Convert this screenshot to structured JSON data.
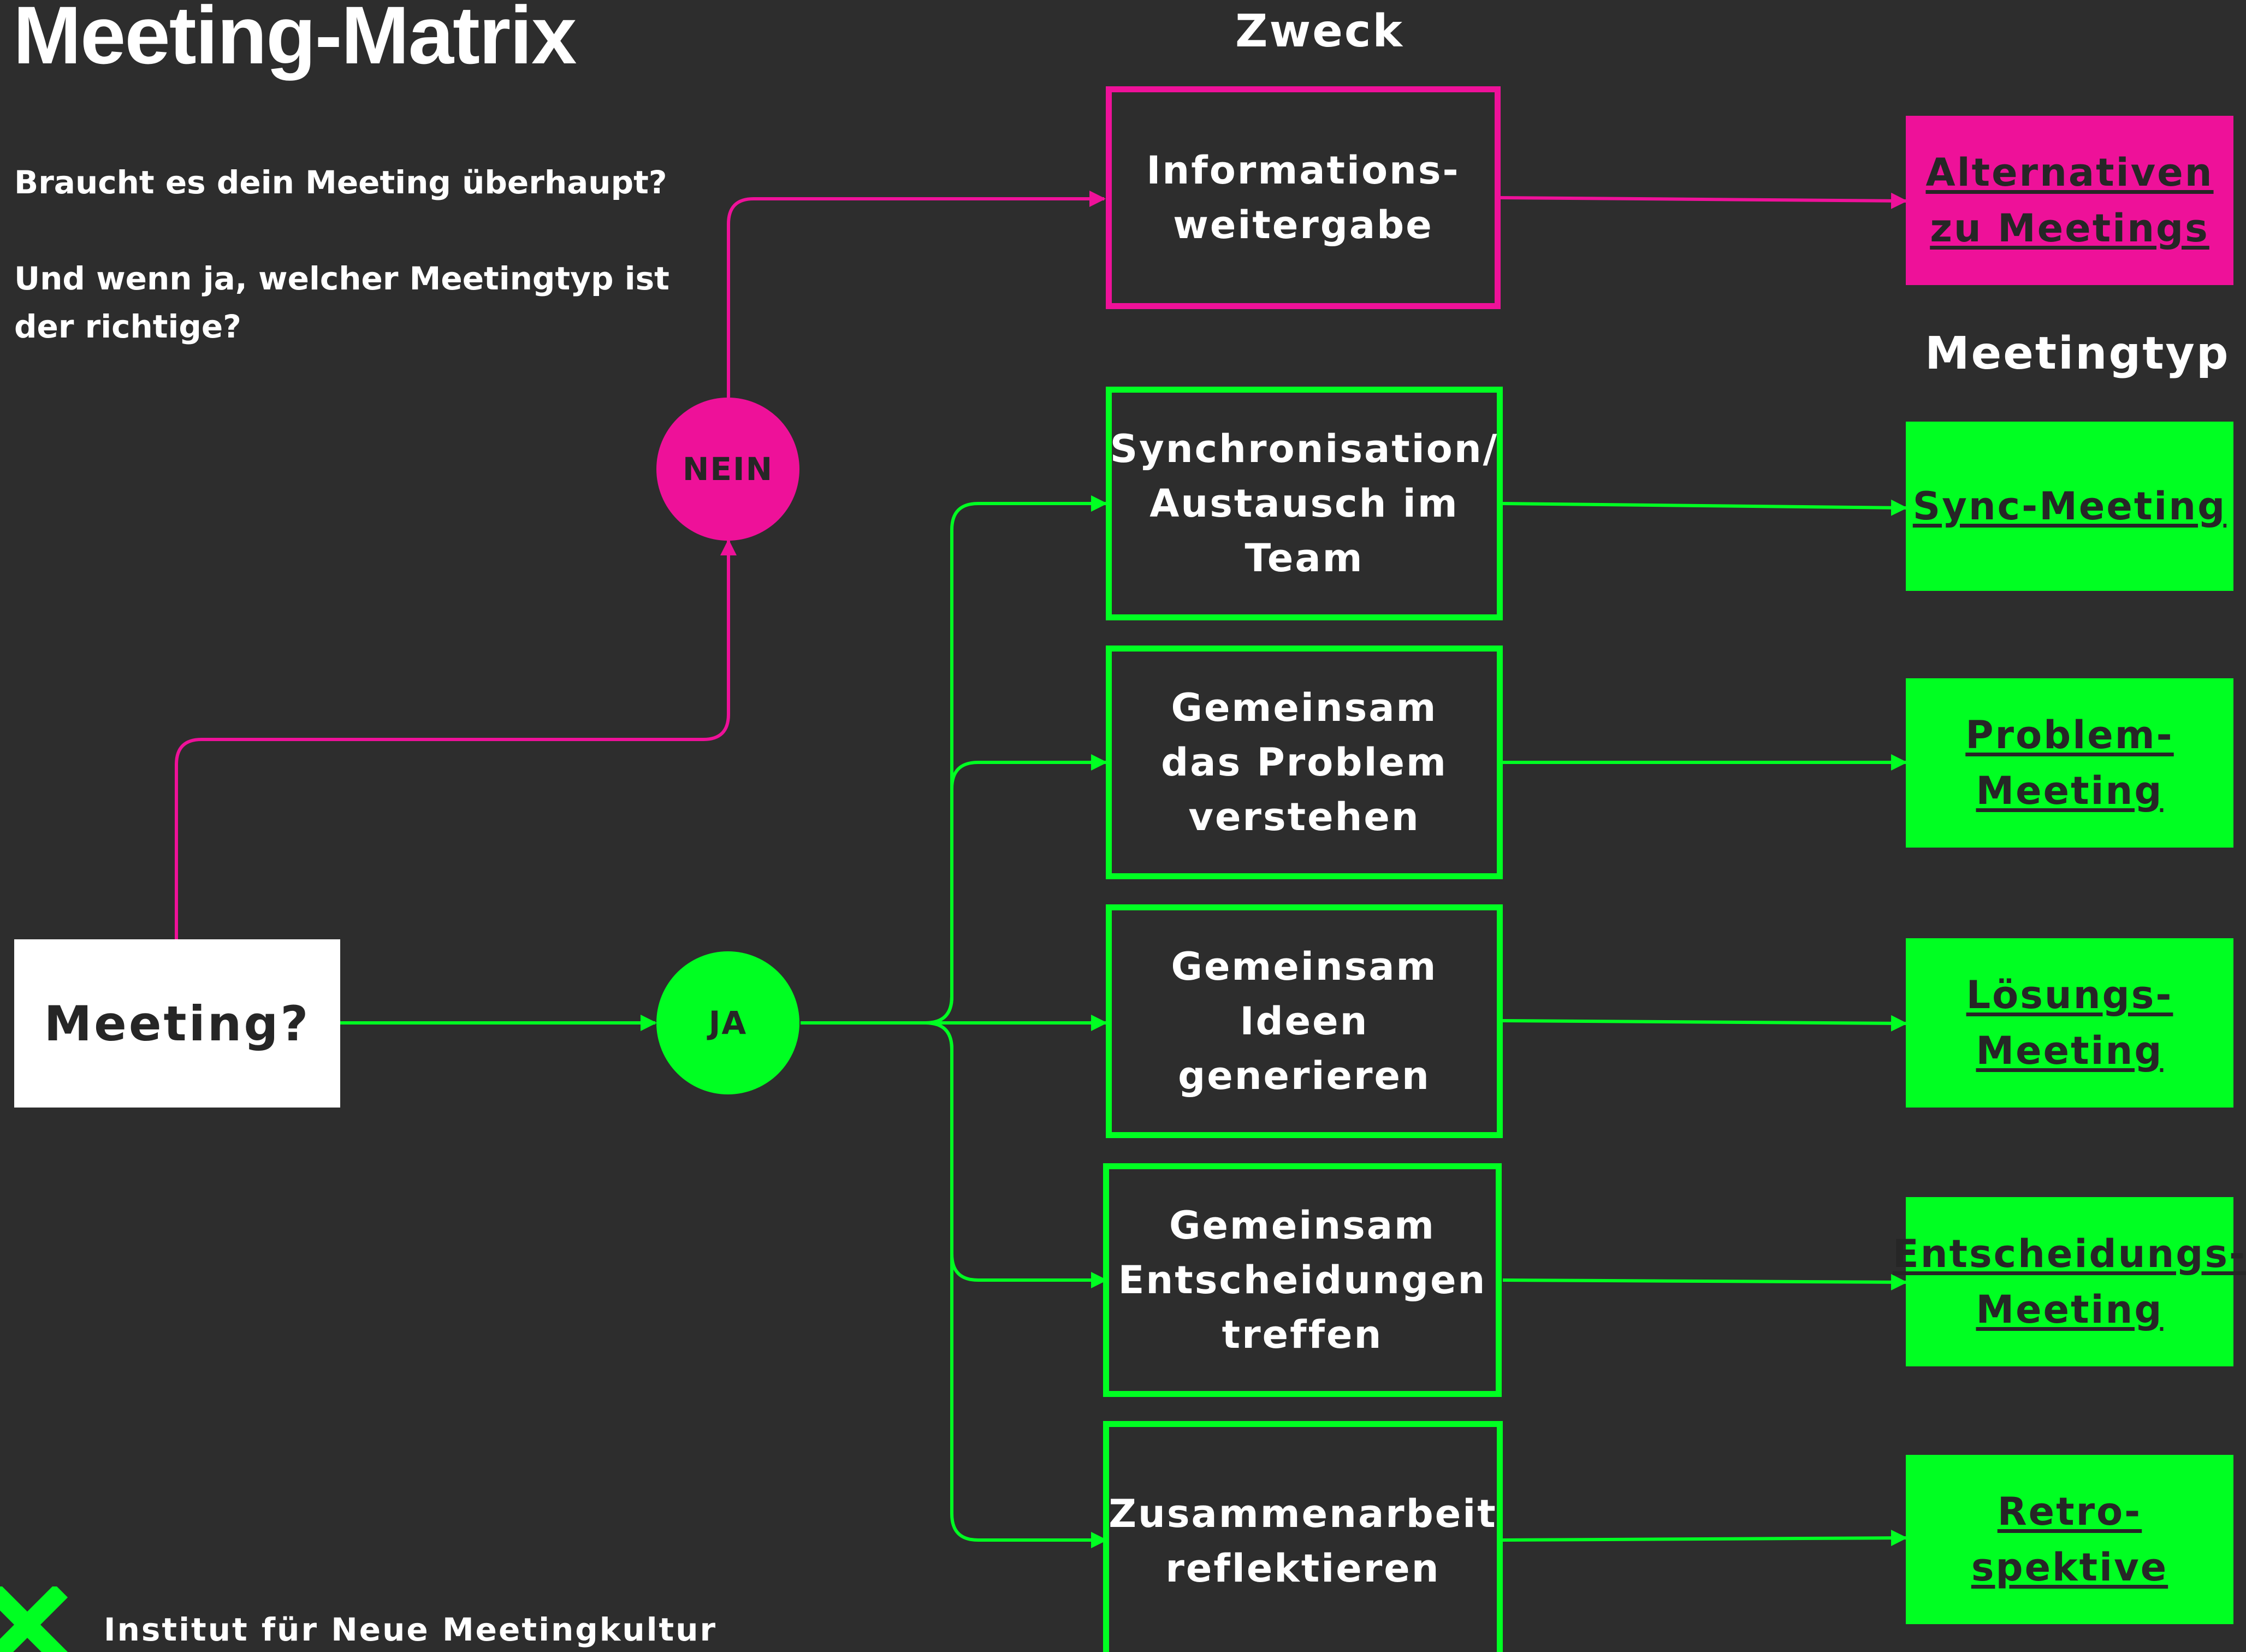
{
  "title": "Meeting-Matrix",
  "intro": {
    "question1": "Braucht es dein Meeting überhaupt?",
    "question2_line1": "Und wenn ja, welcher Meetingtyp ist",
    "question2_line2": "der richtige?"
  },
  "headings": {
    "purpose": "Zweck",
    "meeting_type": "Meetingtyp"
  },
  "start_node": "Meeting?",
  "decisions": {
    "no": "NEIN",
    "yes": "JA"
  },
  "purposes": [
    "Informations-\nweitergabe",
    "Synchronisation/\nAustausch im\nTeam",
    "Gemeinsam\ndas Problem\nverstehen",
    "Gemeinsam\nIdeen\ngenerieren",
    "Gemeinsam\nEntscheidungen\ntreffen",
    "Zusammenarbeit\nreflektieren"
  ],
  "meeting_types": [
    " Alternativen\nzu Meetings",
    "Sync-Meeting",
    "Problem-\nMeeting",
    "Lösungs-\nMeeting",
    "Entscheidungs-\nMeeting",
    "Retro-\nspektive"
  ],
  "footer": "Institut für Neue Meetingkultur",
  "colors": {
    "background": "#2d2d2d",
    "green": "#00ff22",
    "pink": "#ee1199",
    "white": "#ffffff"
  }
}
